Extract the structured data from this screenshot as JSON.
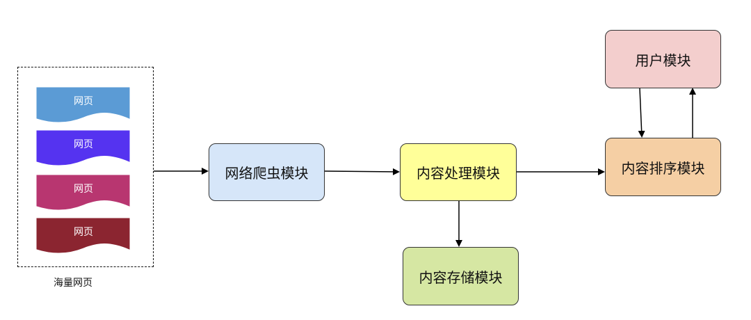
{
  "group": {
    "label": "海量网页"
  },
  "pages": [
    {
      "label": "网页",
      "color": "#5b9bd5"
    },
    {
      "label": "网页",
      "color": "#5533f0"
    },
    {
      "label": "网页",
      "color": "#b83670"
    },
    {
      "label": "网页",
      "color": "#8b2530"
    }
  ],
  "modules": {
    "crawler": {
      "label": "网络爬虫模块",
      "color": "#d6e6f9"
    },
    "processing": {
      "label": "内容处理模块",
      "color": "#ffff99"
    },
    "storage": {
      "label": "内容存储模块",
      "color": "#d6e7a3"
    },
    "ranking": {
      "label": "内容排序模块",
      "color": "#f5cfa4"
    },
    "user": {
      "label": "用户模块",
      "color": "#f3cecd"
    }
  }
}
